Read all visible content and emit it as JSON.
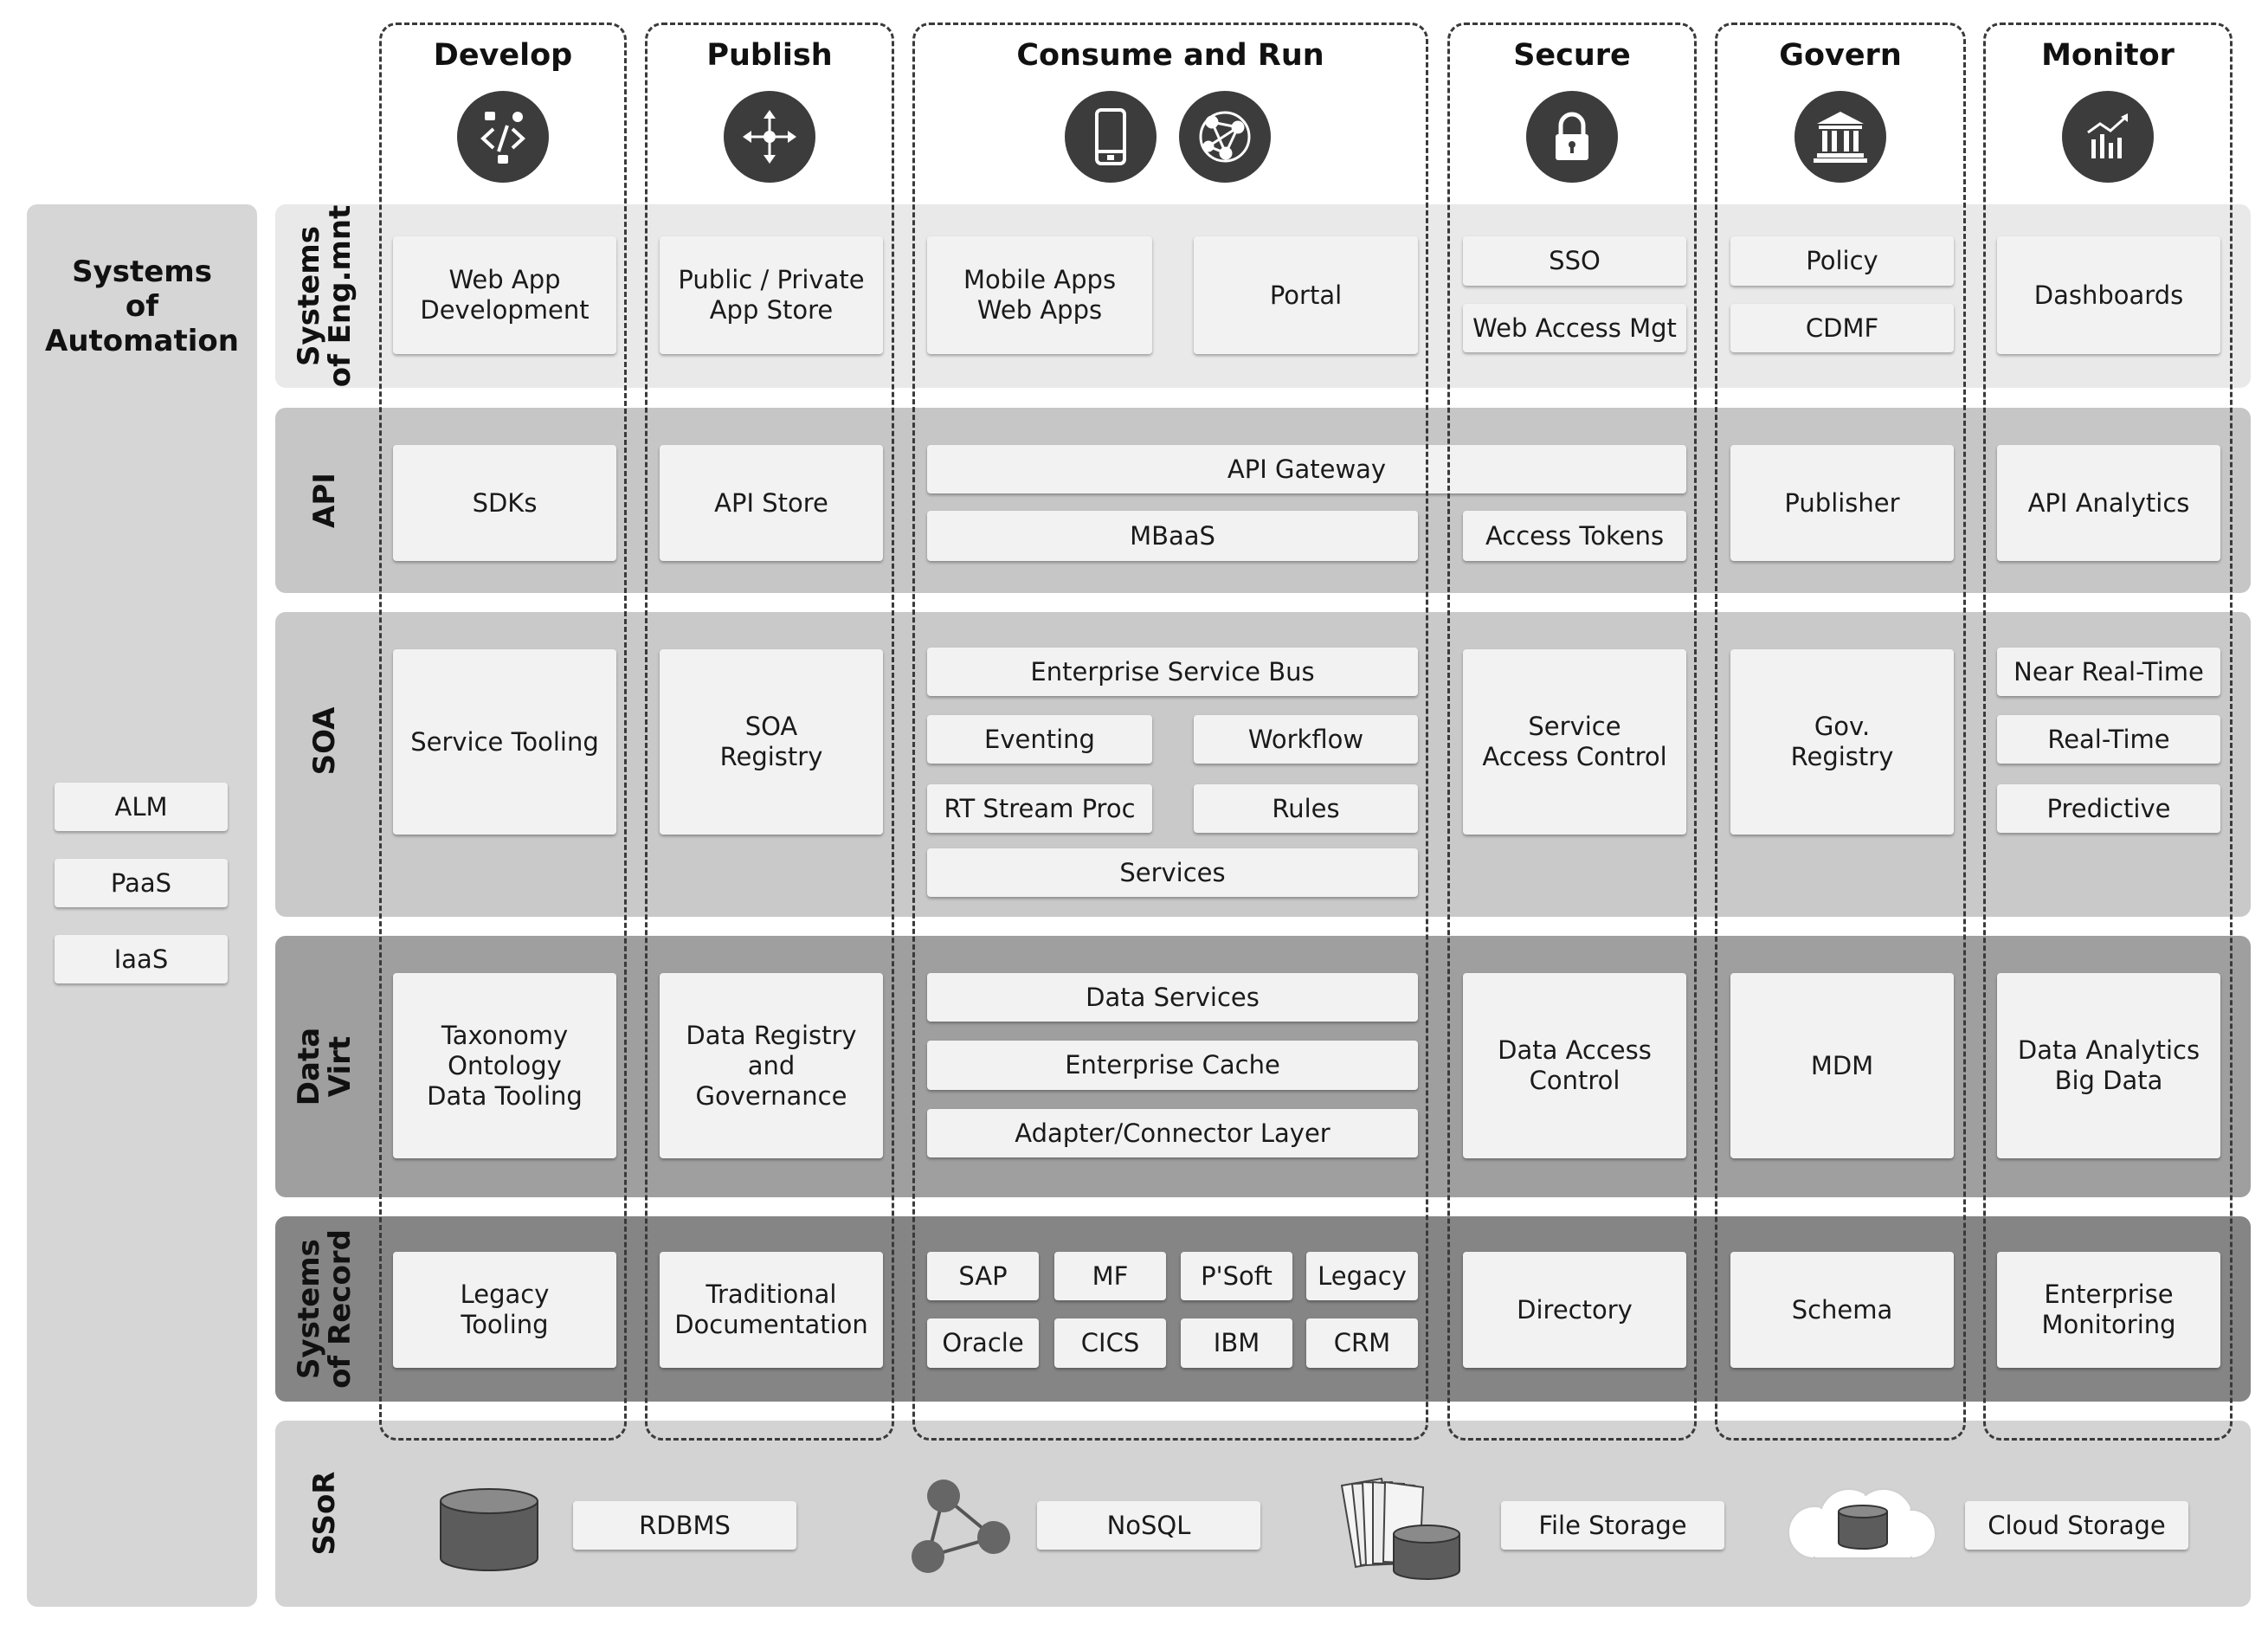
{
  "columns": {
    "develop": "Develop",
    "publish": "Publish",
    "consume_run": "Consume and Run",
    "secure": "Secure",
    "govern": "Govern",
    "monitor": "Monitor"
  },
  "icons": {
    "develop": "code-icon",
    "publish": "move-arrows-icon",
    "consume_mobile": "mobile-phone-icon",
    "consume_network": "network-globe-icon",
    "secure": "padlock-icon",
    "govern": "government-building-icon",
    "monitor": "analytics-chart-icon",
    "rdbms": "database-icon",
    "nosql": "graph-nodes-icon",
    "file_storage": "file-folders-icon",
    "cloud_storage": "cloud-database-icon"
  },
  "rows": {
    "eng": "Systems\nof Eng.mnt",
    "api": "API",
    "soa": "SOA",
    "data": "Data\nVirt",
    "sor": "Systems\nof Record",
    "ssor": "SSoR"
  },
  "automation": {
    "title": "Systems\nof\nAutomation",
    "items": [
      "ALM",
      "PaaS",
      "IaaS"
    ]
  },
  "eng": {
    "develop": "Web App\nDevelopment",
    "publish": "Public / Private\nApp Store",
    "mobile": "Mobile Apps\nWeb Apps",
    "portal": "Portal",
    "sso": "SSO",
    "web_access": "Web Access Mgt",
    "policy": "Policy",
    "cdmf": "CDMF",
    "dashboards": "Dashboards"
  },
  "api": {
    "sdks": "SDKs",
    "api_store": "API Store",
    "gateway": "API Gateway",
    "mbaas": "MBaaS",
    "access_tokens": "Access Tokens",
    "publisher": "Publisher",
    "analytics": "API Analytics"
  },
  "soa": {
    "tooling": "Service Tooling",
    "registry": "SOA\nRegistry",
    "esb": "Enterprise Service Bus",
    "eventing": "Eventing",
    "workflow": "Workflow",
    "rt_stream": "RT Stream Proc",
    "rules": "Rules",
    "services": "Services",
    "access_control": "Service\nAccess Control",
    "gov_registry": "Gov.\nRegistry",
    "near_rt": "Near Real-Time",
    "real_time": "Real-Time",
    "predictive": "Predictive"
  },
  "data": {
    "taxonomy": "Taxonomy\nOntology\nData Tooling",
    "registry": "Data Registry\nand\nGovernance",
    "services": "Data Services",
    "cache": "Enterprise Cache",
    "adapter": "Adapter/Connector Layer",
    "access_control": "Data Access\nControl",
    "mdm": "MDM",
    "analytics": "Data Analytics\nBig Data"
  },
  "sor": {
    "legacy_tooling": "Legacy\nTooling",
    "documentation": "Traditional\nDocumentation",
    "sap": "SAP",
    "mf": "MF",
    "psoft": "P'Soft",
    "legacy": "Legacy",
    "oracle": "Oracle",
    "cics": "CICS",
    "ibm": "IBM",
    "crm": "CRM",
    "directory": "Directory",
    "schema": "Schema",
    "monitoring": "Enterprise\nMonitoring"
  },
  "ssor": {
    "rdbms": "RDBMS",
    "nosql": "NoSQL",
    "file_storage": "File Storage",
    "cloud_storage": "Cloud Storage"
  }
}
